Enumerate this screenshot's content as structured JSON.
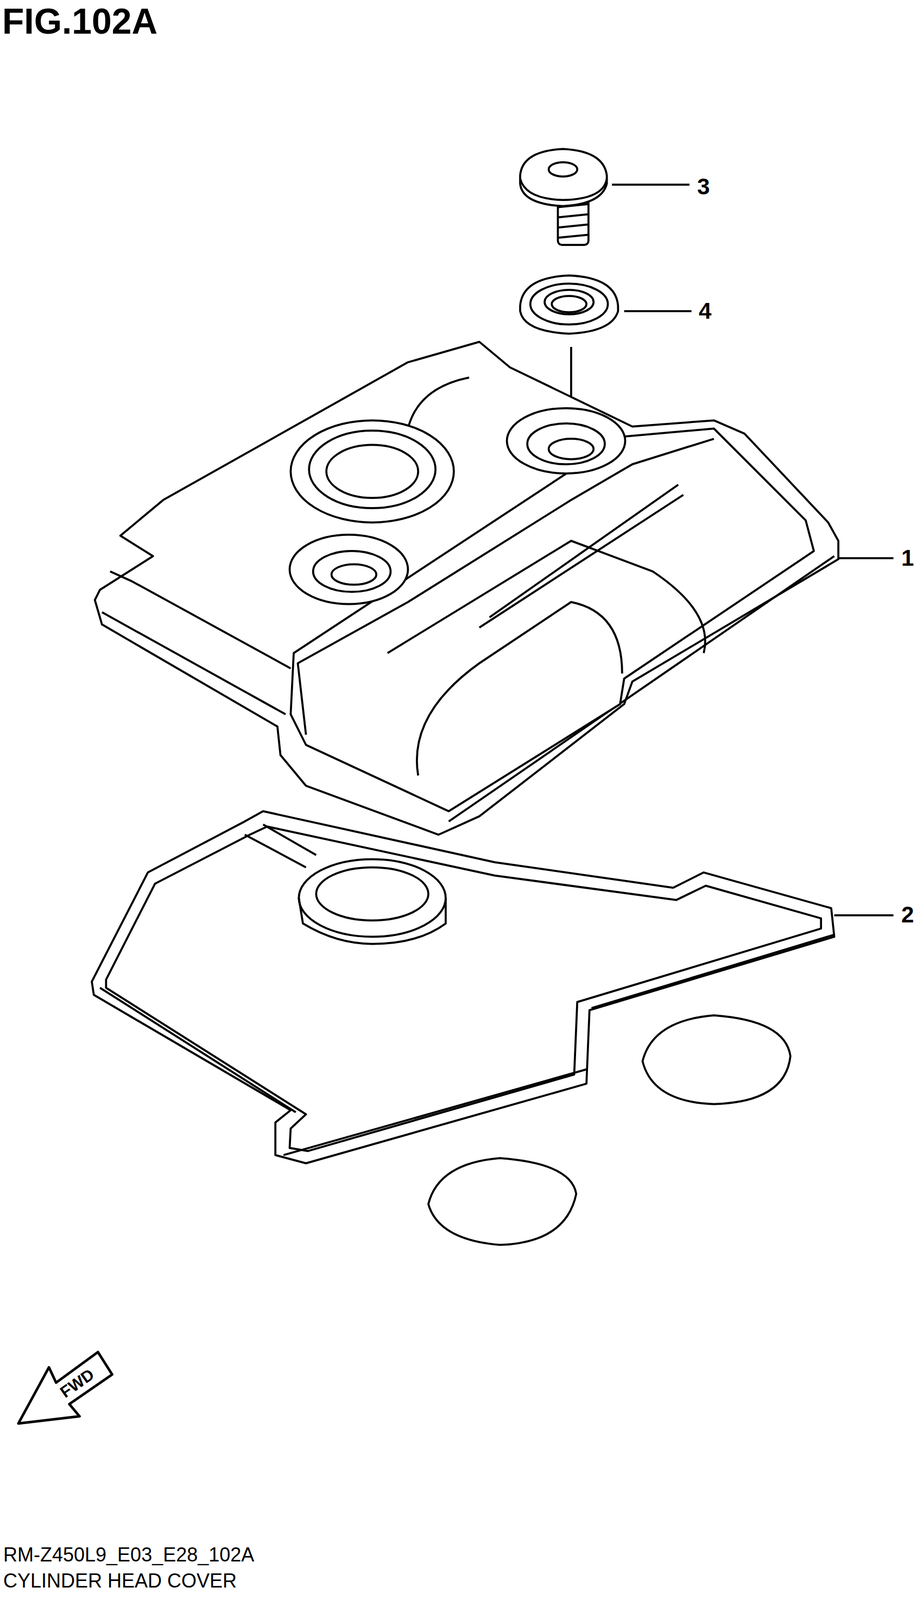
{
  "diagram": {
    "title": "FIG.102A",
    "labels": [
      "3",
      "4",
      "1",
      "2",
      "FWD",
      "RM-Z450L9_E03_E28_102A",
      "CYLINDER HEAD COVER"
    ]
  }
}
